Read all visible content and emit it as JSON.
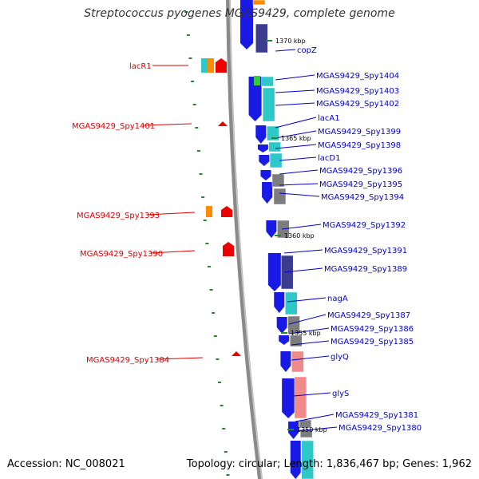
{
  "title": "Streptococcus pyogenes MGAS9429, complete genome",
  "footer": {
    "accession": "Accession: NC_008021",
    "stats": "Topology: circular; Length: 1,836,467 bp; Genes: 1,962"
  },
  "colors": {
    "backbone": "#8a8a8a",
    "arrow_blue": "#1a1ae6",
    "label_right": "#0000cc",
    "label_left": "#dd0000",
    "tick_green": "#228b22",
    "cog_cyan": "#2ec8c8",
    "cog_gray": "#7d7d7d",
    "cog_navy": "#3b3b8f",
    "cog_pink": "#f08a8a",
    "cog_orange": "#ff8c00",
    "cog_red": "#ee0000"
  },
  "ticks": [
    "1370 kbp",
    "1365 kbp",
    "1360 kbp",
    "1355 kbp",
    "1350 kbp"
  ],
  "genes_right": [
    "copZ",
    "MGAS9429_Spy1404",
    "MGAS9429_Spy1403",
    "MGAS9429_Spy1402",
    "lacA1",
    "MGAS9429_Spy1399",
    "MGAS9429_Spy1398",
    "lacD1",
    "MGAS9429_Spy1396",
    "MGAS9429_Spy1395",
    "MGAS9429_Spy1394",
    "MGAS9429_Spy1392",
    "MGAS9429_Spy1391",
    "MGAS9429_Spy1389",
    "nagA",
    "MGAS9429_Spy1387",
    "MGAS9429_Spy1386",
    "MGAS9429_Spy1385",
    "glyQ",
    "glyS",
    "MGAS9429_Spy1381",
    "MGAS9429_Spy1380"
  ],
  "genes_left": [
    "lacR1",
    "MGAS9429_Spy1401",
    "MGAS9429_Spy1393",
    "MGAS9429_Spy1390",
    "MGAS9429_Spy1384"
  ]
}
